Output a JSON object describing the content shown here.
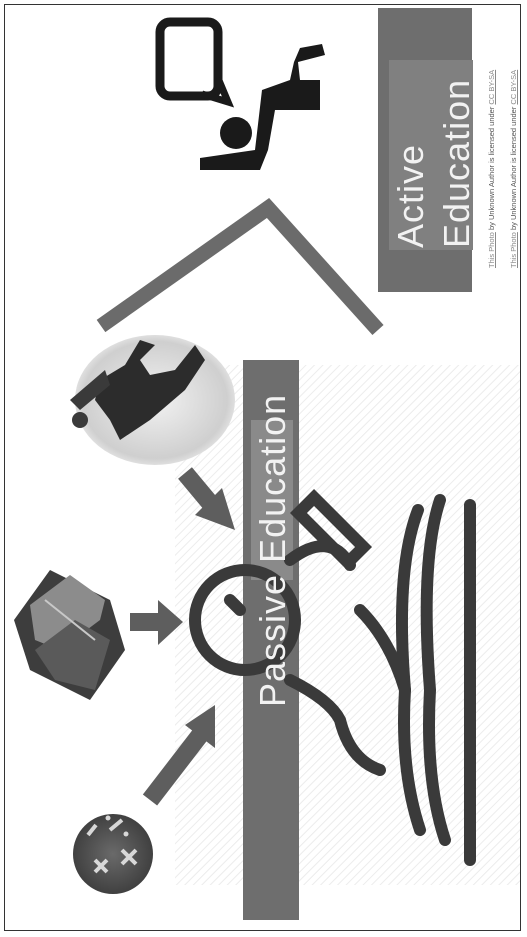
{
  "passive": {
    "label": "Passive Education"
  },
  "active": {
    "line1": "Active",
    "line2": "Education"
  },
  "credits": [
    {
      "link1": "This Photo",
      "mid": " by Unknown Author is licensed under ",
      "link2": "CC BY-SA"
    },
    {
      "link1": "This Photo",
      "mid": " by Unknown Author is licensed under ",
      "link2": "CC BY-SA"
    }
  ],
  "colors": {
    "box": "#6e6e6e",
    "arrow": "#5e5e5e",
    "ink": "#3a3a3a",
    "dark": "#1a1a1a"
  },
  "icons": [
    "math-ball-icon",
    "books-icon",
    "statue-icon",
    "reader-icon",
    "speaker-icon"
  ]
}
